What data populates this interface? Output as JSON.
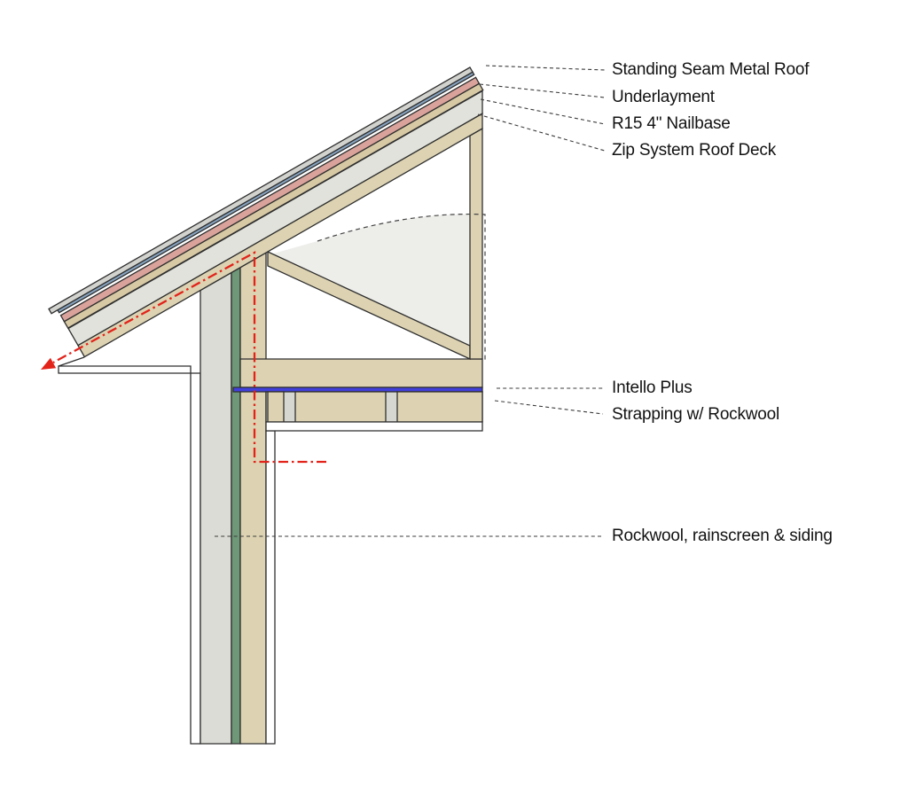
{
  "callouts": {
    "standing_seam": "Standing Seam Metal Roof",
    "underlayment": "Underlayment",
    "nailbase": "R15 4\" Nailbase",
    "zip_deck": "Zip System Roof Deck",
    "intello": "Intello Plus",
    "strapping": "Strapping w/ Rockwool",
    "rockwool_siding": "Rockwool, rainscreen & siding"
  },
  "colors": {
    "metal_roof": "#d2d3ce",
    "underlayment_blue": "#87a3bf",
    "nailbase_pink": "#d9a29b",
    "zip_tan": "#d7c9a4",
    "vent_gray": "#e2e2dc",
    "framing_wood": "#ddd3b2",
    "sheathing_green": "#6e9878",
    "wall_gray": "#dcdcd6",
    "intello_blue": "#4140dd",
    "rockwool_gray": "#d7d7d1",
    "attic_insulation": "#ededea",
    "flow_red": "#e2231a",
    "white": "#ffffff",
    "line_dark": "#2f2f2f"
  }
}
